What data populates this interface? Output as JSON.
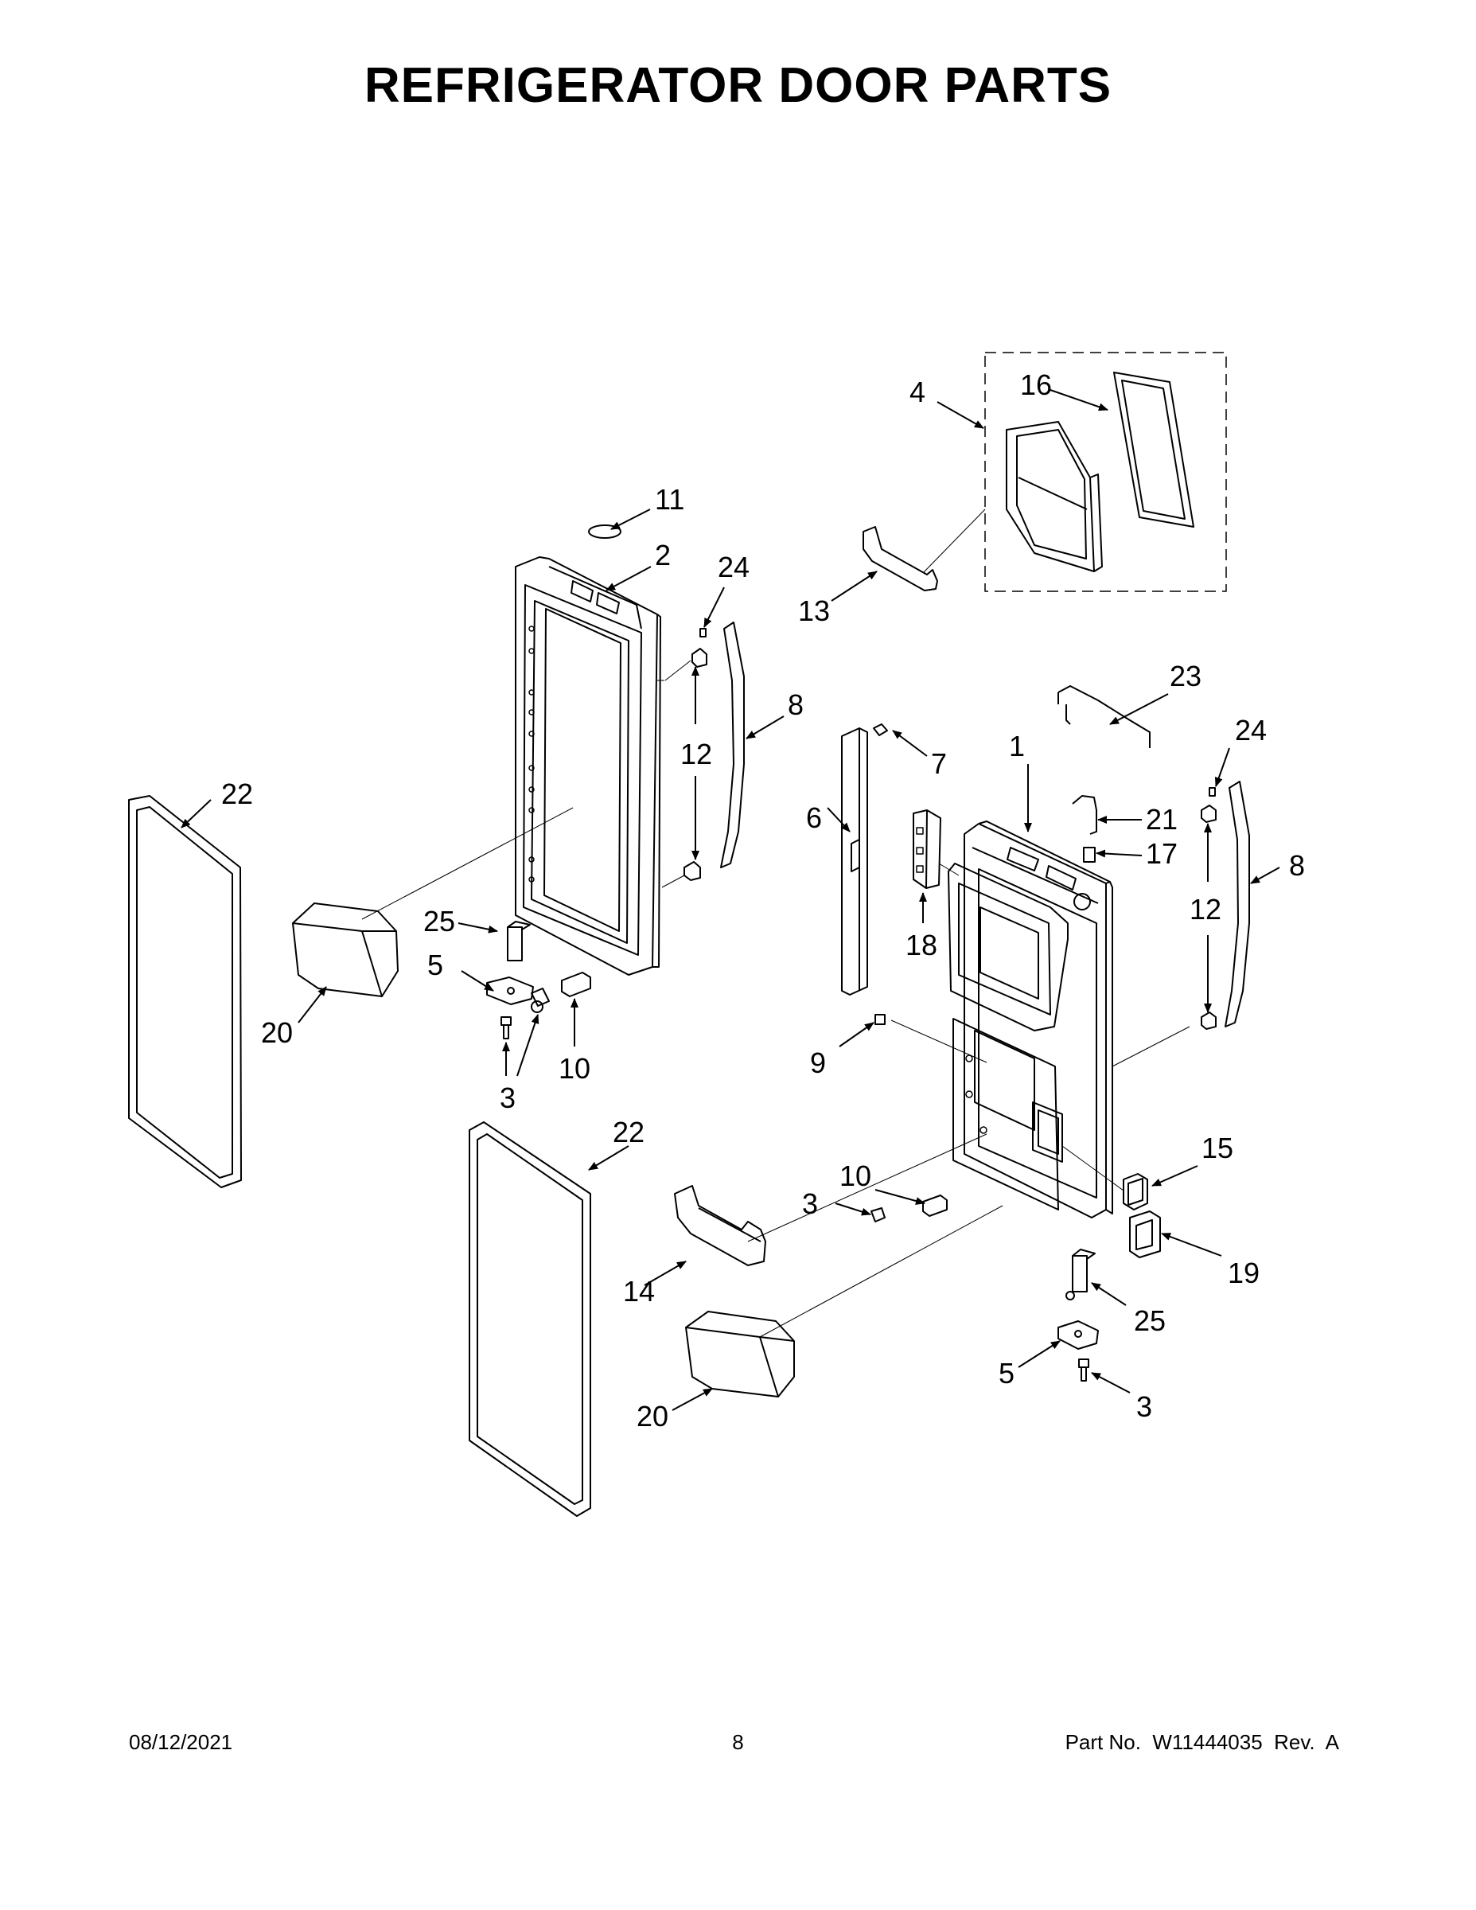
{
  "title": "REFRIGERATOR DOOR PARTS",
  "footer": {
    "date": "08/12/2021",
    "page": "8",
    "part_no": "Part No.  W11444035  Rev.  A"
  },
  "callouts": {
    "c1": "1",
    "c2": "2",
    "c3a": "3",
    "c3b": "3",
    "c3c": "3",
    "c4": "4",
    "c5a": "5",
    "c5b": "5",
    "c6": "6",
    "c7": "7",
    "c8a": "8",
    "c8b": "8",
    "c9": "9",
    "c10a": "10",
    "c10b": "10",
    "c11": "11",
    "c12a": "12",
    "c12b": "12",
    "c13": "13",
    "c14": "14",
    "c15": "15",
    "c16": "16",
    "c17": "17",
    "c18": "18",
    "c19": "19",
    "c20a": "20",
    "c20b": "20",
    "c21": "21",
    "c22a": "22",
    "c22b": "22",
    "c23": "23",
    "c24a": "24",
    "c24b": "24",
    "c25a": "25",
    "c25b": "25"
  }
}
